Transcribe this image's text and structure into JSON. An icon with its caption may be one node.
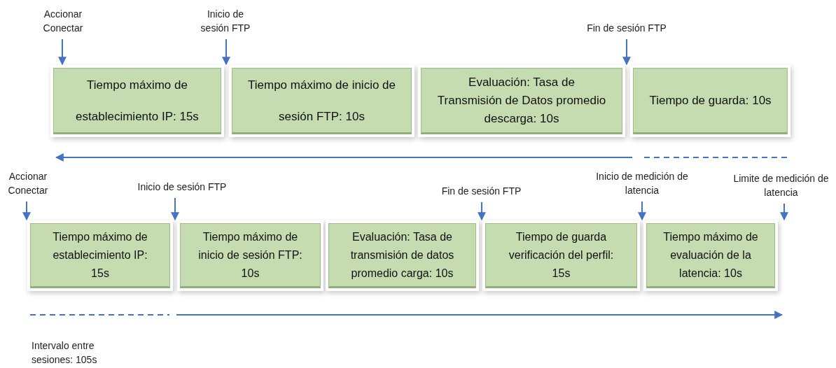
{
  "diagram": {
    "nodes": [
      {
        "text": [
          "Accionar Conectar"
        ]
      },
      {
        "text": [
          "Inicio de sesión FTP"
        ]
      },
      {
        "text": [
          "Fin de sesión FTP"
        ]
      },
      {
        "text": [
          "Tiempo máximo de establecimiento IP: 15s"
        ]
      },
      {
        "text": [
          "Tiempo máximo de inicio de sesión FTP: 10s"
        ]
      },
      {
        "text": [
          "Evaluación: Tasa de Transmisión de Datos promedio descarga: 10s"
        ]
      },
      {
        "text": [
          "Tiempo de guarda: 10s"
        ]
      },
      {
        "text": [
          "Accionar Conectar"
        ]
      },
      {
        "text": [
          "Inicio de sesión FTP"
        ]
      },
      {
        "text": [
          "Fin de sesión FTP"
        ]
      },
      {
        "text": [
          "Inicio de medición de latencia"
        ]
      },
      {
        "text": [
          "Limite de medición de latencia"
        ]
      },
      {
        "text": [
          "Tiempo máximo de establecimiento IP: 15s"
        ]
      },
      {
        "text": [
          "Tiempo máximo de inicio de sesión FTP: 10s"
        ]
      },
      {
        "text": [
          "Evaluación: Tasa de transmisión de datos promedio carga: 10s"
        ]
      },
      {
        "text": [
          "Tiempo de guarda verificación del perfil: 15s"
        ]
      },
      {
        "text": [
          "Tiempo máximo de evaluación de la latencia: 10s"
        ]
      }
    ],
    "edges": [
      {
        "from": 0,
        "to": 3,
        "arrow": "to"
      },
      {
        "from": 1,
        "to": 3,
        "arrow": "to"
      },
      {
        "from": 2,
        "to": 6,
        "arrow": "to"
      },
      {
        "from": 7,
        "to": 12,
        "arrow": "to"
      },
      {
        "from": 8,
        "to": 12,
        "arrow": "to"
      },
      {
        "from": 9,
        "to": 14,
        "arrow": "to"
      },
      {
        "from": 10,
        "to": 16,
        "arrow": "to"
      },
      {
        "from": 11,
        "to": 16,
        "arrow": "to"
      }
    ],
    "labels": [
      "Intervalo entre sesiones: 105s"
    ]
  }
}
